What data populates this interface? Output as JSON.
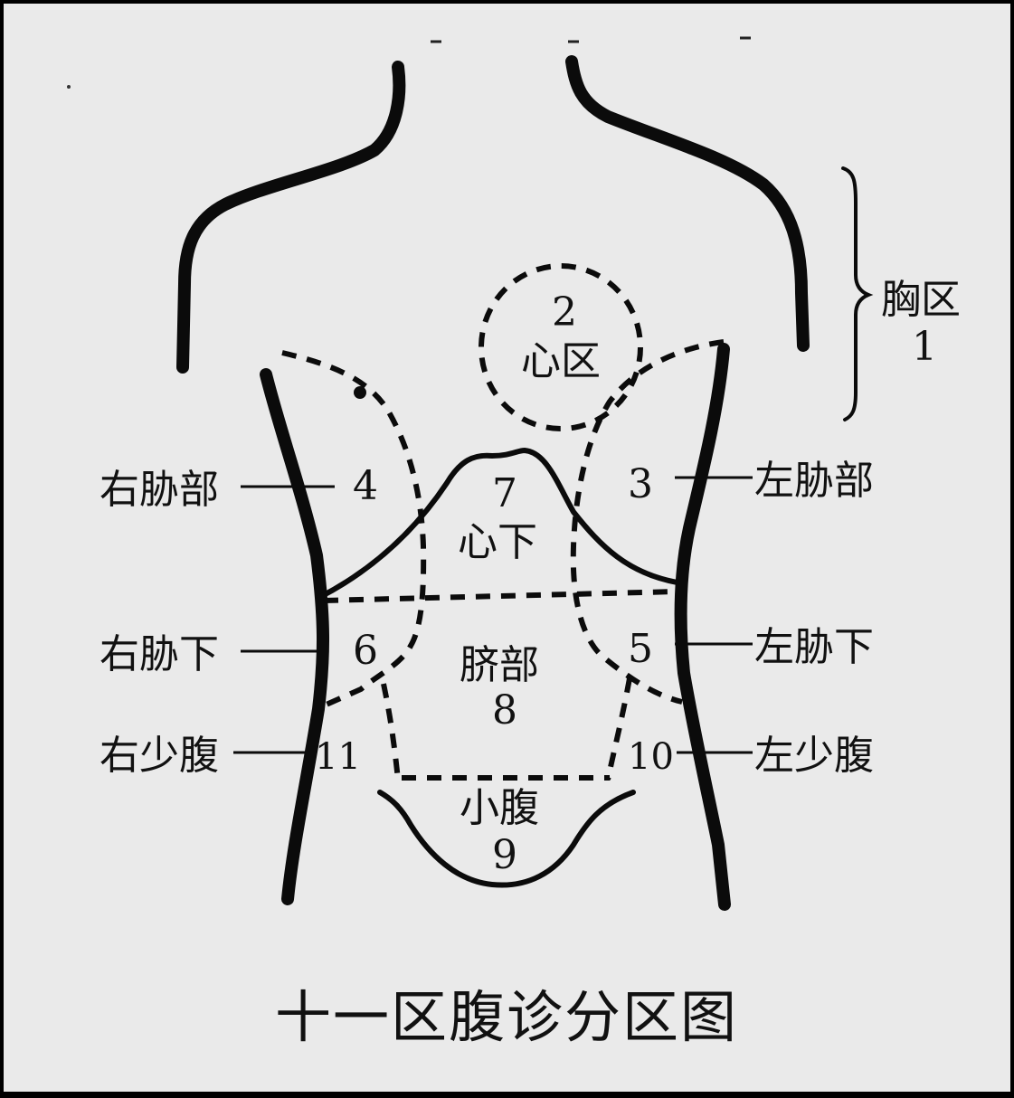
{
  "title": "十一区腹诊分区图",
  "chest": {
    "label": "胸区",
    "number": "1"
  },
  "regions": {
    "heart": {
      "number": "2",
      "label": "心区"
    },
    "left_hypochondrium": {
      "number": "3",
      "label": "左胁部"
    },
    "right_hypochondrium": {
      "number": "4",
      "label": "右胁部"
    },
    "left_lower_rib": {
      "number": "5",
      "label": "左胁下"
    },
    "right_lower_rib": {
      "number": "6",
      "label": "右胁下"
    },
    "epigastric": {
      "number": "7",
      "label": "心下"
    },
    "umbilical": {
      "number": "8",
      "label": "脐部"
    },
    "lower_abdomen": {
      "number": "9",
      "label": "小腹"
    },
    "left_lower_abdomen": {
      "number": "10",
      "label": "左少腹"
    },
    "right_lower_abdomen": {
      "number": "11",
      "label": "右少腹"
    }
  }
}
